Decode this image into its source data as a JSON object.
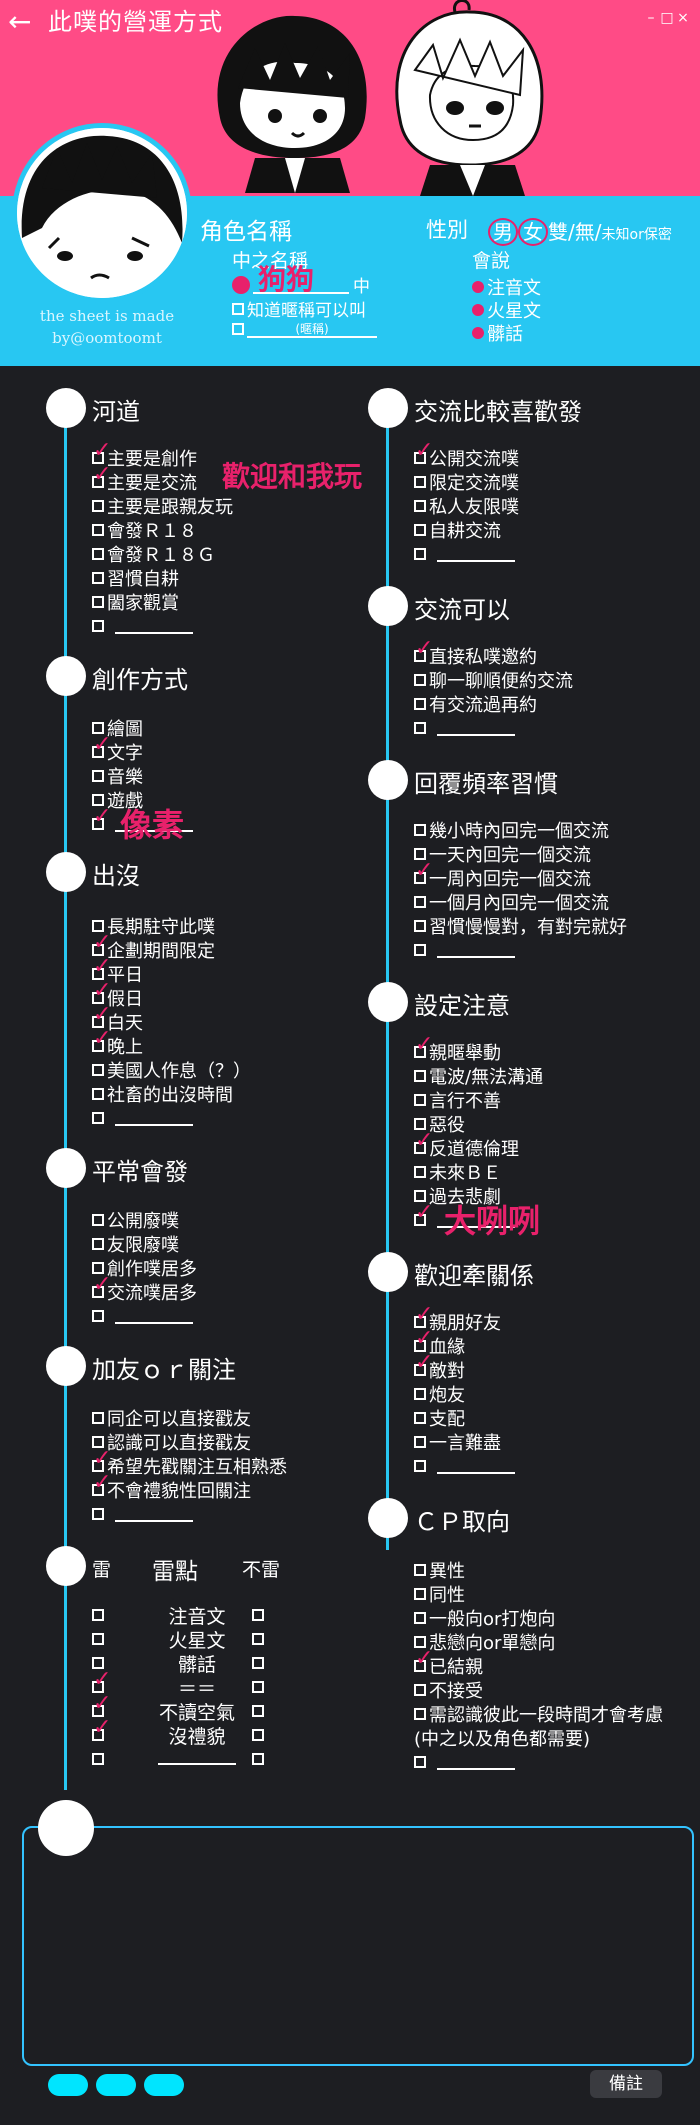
{
  "header": {
    "back": "←",
    "title": "此噗的營運方式",
    "controls": [
      "–",
      "□",
      "×"
    ]
  },
  "credit": "the sheet is made by@oomtoomt",
  "profile": {
    "char_name_label": "角色名稱",
    "nick_label": "中之名稱",
    "nick_value": "狗狗",
    "nick_suffix": "中",
    "nick_option2": "知道暱稱可以叫",
    "nick_option3_hint": "(暱稱)",
    "gender_label": "性別",
    "gender_opts": [
      "男",
      "女",
      "雙",
      "無",
      "未知or保密"
    ],
    "speak_label": "會說",
    "speak": [
      "注音文",
      "火星文",
      "髒話"
    ]
  },
  "sections": {
    "river": {
      "title": "河道",
      "items": [
        "主要是創作",
        "主要是交流",
        "主要是跟親友玩",
        "會發Ｒ１８",
        "會發Ｒ１８Ｇ",
        "習慣自耕",
        "闔家觀賞",
        ""
      ],
      "note": "歡迎和我玩"
    },
    "create": {
      "title": "創作方式",
      "items": [
        "繪圖",
        "文字",
        "音樂",
        "遊戲",
        ""
      ],
      "note": "像素"
    },
    "appear": {
      "title": "出沒",
      "items": [
        "長期駐守此噗",
        "企劃期間限定",
        "平日",
        "假日",
        "白天",
        "晚上",
        "美國人作息（？）",
        "社畜的出沒時間",
        ""
      ]
    },
    "usual": {
      "title": "平常會發",
      "items": [
        "公開廢噗",
        "友限廢噗",
        "創作噗居多",
        "交流噗居多",
        ""
      ]
    },
    "friend": {
      "title": "加友ｏｒ關注",
      "items": [
        "同企可以直接戳友",
        "認識可以直接戳友",
        "希望先戳關注互相熟悉",
        "不會禮貌性回關注",
        ""
      ]
    },
    "thunder": {
      "head_left": "雷",
      "head_mid": "雷點",
      "head_right": "不雷",
      "items": [
        "注音文",
        "火星文",
        "髒話",
        "＝＝",
        "不讀空氣",
        "沒禮貌",
        ""
      ]
    },
    "prefer": {
      "title": "交流比較喜歡發",
      "items": [
        "公開交流噗",
        "限定交流噗",
        "私人友限噗",
        "自耕交流",
        ""
      ]
    },
    "can": {
      "title": "交流可以",
      "items": [
        "直接私噗邀約",
        "聊一聊順便約交流",
        "有交流過再約",
        ""
      ]
    },
    "reply": {
      "title": "回覆頻率習慣",
      "items": [
        "幾小時內回完一個交流",
        "一天內回完一個交流",
        "一周內回完一個交流",
        "一個月內回完一個交流",
        "習慣慢慢對，有對完就好",
        ""
      ]
    },
    "notice": {
      "title": "設定注意",
      "items": [
        "親暱舉動",
        "電波/無法溝通",
        "言行不善",
        "惡役",
        "反道德倫理",
        "未來ＢＥ",
        "過去悲劇",
        ""
      ],
      "note": "大咧咧"
    },
    "welcome": {
      "title": "歡迎牽關係",
      "items": [
        "親朋好友",
        "血緣",
        "敵對",
        "炮友",
        "支配",
        "一言難盡",
        ""
      ]
    },
    "cp": {
      "title": "ＣＰ取向",
      "items": [
        "異性",
        "同性",
        "一般向or打炮向",
        "悲戀向or單戀向",
        "已結親",
        "不接受",
        "需認識彼此一段時間才會考慮",
        "(中之以及角色都需要)",
        ""
      ]
    }
  },
  "footer": {
    "memo": "備註"
  },
  "colors": {
    "pink": "#ff4b86",
    "cyan": "#28c7f2",
    "bg": "#1d1e22",
    "ink": "#e8216b"
  }
}
